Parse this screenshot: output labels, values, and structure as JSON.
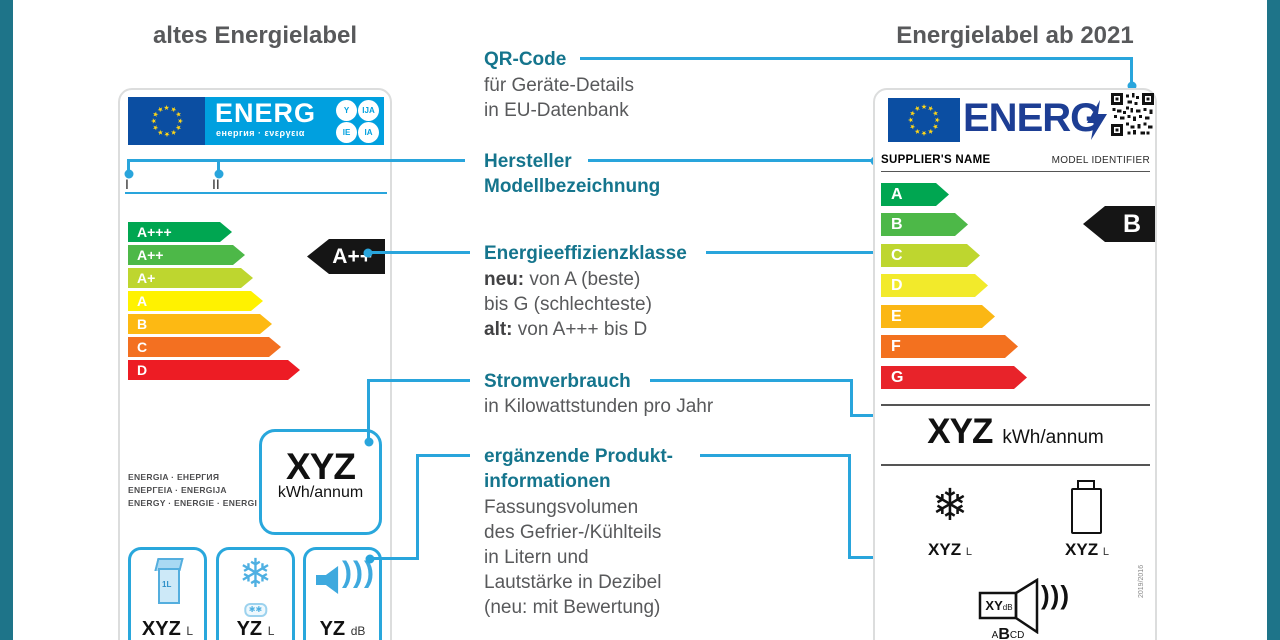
{
  "colors": {
    "band": "#1e7489",
    "connector": "#29a5dc",
    "annotation_title": "#15758d",
    "body_text": "#58595b",
    "old_header_blue": "#00a0df",
    "eu_flag_blue": "#0b4ea2",
    "new_brand_blue": "#1d3e94"
  },
  "old_label": {
    "title": "altes Energielabel",
    "header": {
      "brand": "ENERG",
      "brand_sub": "енергия · ενεργεια",
      "badges": [
        "Y",
        "IJA",
        "IE",
        "IA"
      ]
    },
    "fields": [
      "I",
      "II"
    ],
    "classes": [
      {
        "grade": "A+++",
        "color": "#00a651"
      },
      {
        "grade": "A++",
        "color": "#4db848"
      },
      {
        "grade": "A+",
        "color": "#bed62f"
      },
      {
        "grade": "A",
        "color": "#fff200"
      },
      {
        "grade": "B",
        "color": "#fdb913"
      },
      {
        "grade": "C",
        "color": "#f37021"
      },
      {
        "grade": "D",
        "color": "#ed1c24"
      }
    ],
    "rating": "A++",
    "languages": [
      "ENERGIA · ЕНЕРГИЯ",
      "ENEPΓEIA · ENERGIJA",
      "ENERGY · ENERGIE · ENERGI"
    ],
    "consumption": {
      "value": "XYZ",
      "unit": "kWh/annum"
    },
    "product_boxes": [
      {
        "icon": "milk-carton-icon",
        "badge": "1L",
        "value": "XYZ",
        "unit": "L"
      },
      {
        "icon": "snowflake-icon",
        "badge": "✱✱",
        "value": "YZ",
        "unit": "L"
      },
      {
        "icon": "speaker-icon",
        "value": "YZ",
        "unit": "dB"
      }
    ]
  },
  "annotations": {
    "qr": {
      "title": "QR-Code",
      "line1": "für Geräte-Details",
      "line2": "in EU-Datenbank"
    },
    "manufacturer": {
      "title1": "Hersteller",
      "title2": "Modellbezeichnung"
    },
    "efficiency": {
      "title": "Energieeffizienzklasse",
      "b1_bold": "neu:",
      "b1": " von A (beste)",
      "b2": "bis G (schlechteste)",
      "b3_bold": "alt:",
      "b3": " von A+++ bis D"
    },
    "consumption": {
      "title": "Stromverbrauch",
      "body": "in Kilowattstunden pro Jahr"
    },
    "product_info": {
      "title1": "ergänzende Produkt-",
      "title2": "informationen",
      "l1": "Fassungsvolumen",
      "l2": "des Gefrier-/Kühlteils",
      "l3": "in Litern und",
      "l4": "Lautstärke in Dezibel",
      "l5": "(neu: mit Bewertung)"
    }
  },
  "new_label": {
    "title": "Energielabel ab 2021",
    "header": {
      "brand": "ENERG"
    },
    "supplier": "SUPPLIER'S NAME",
    "model": "MODEL IDENTIFIER",
    "classes": [
      {
        "grade": "A",
        "color": "#00a651"
      },
      {
        "grade": "B",
        "color": "#4db848"
      },
      {
        "grade": "C",
        "color": "#bed62f"
      },
      {
        "grade": "D",
        "color": "#f2ea2b"
      },
      {
        "grade": "E",
        "color": "#fbb714"
      },
      {
        "grade": "F",
        "color": "#f3711f"
      },
      {
        "grade": "G",
        "color": "#e8232a"
      }
    ],
    "rating": "B",
    "consumption": {
      "value": "XYZ",
      "unit": "kWh/annum"
    },
    "freezer": {
      "value": "XYZ",
      "unit": "L"
    },
    "fridge": {
      "value": "XYZ",
      "unit": "L"
    },
    "noise": {
      "value": "XY",
      "unit": "dB",
      "scale_pre": "A",
      "scale_mid": "B",
      "scale_post": "CD"
    },
    "regulation": "2019/2016"
  }
}
